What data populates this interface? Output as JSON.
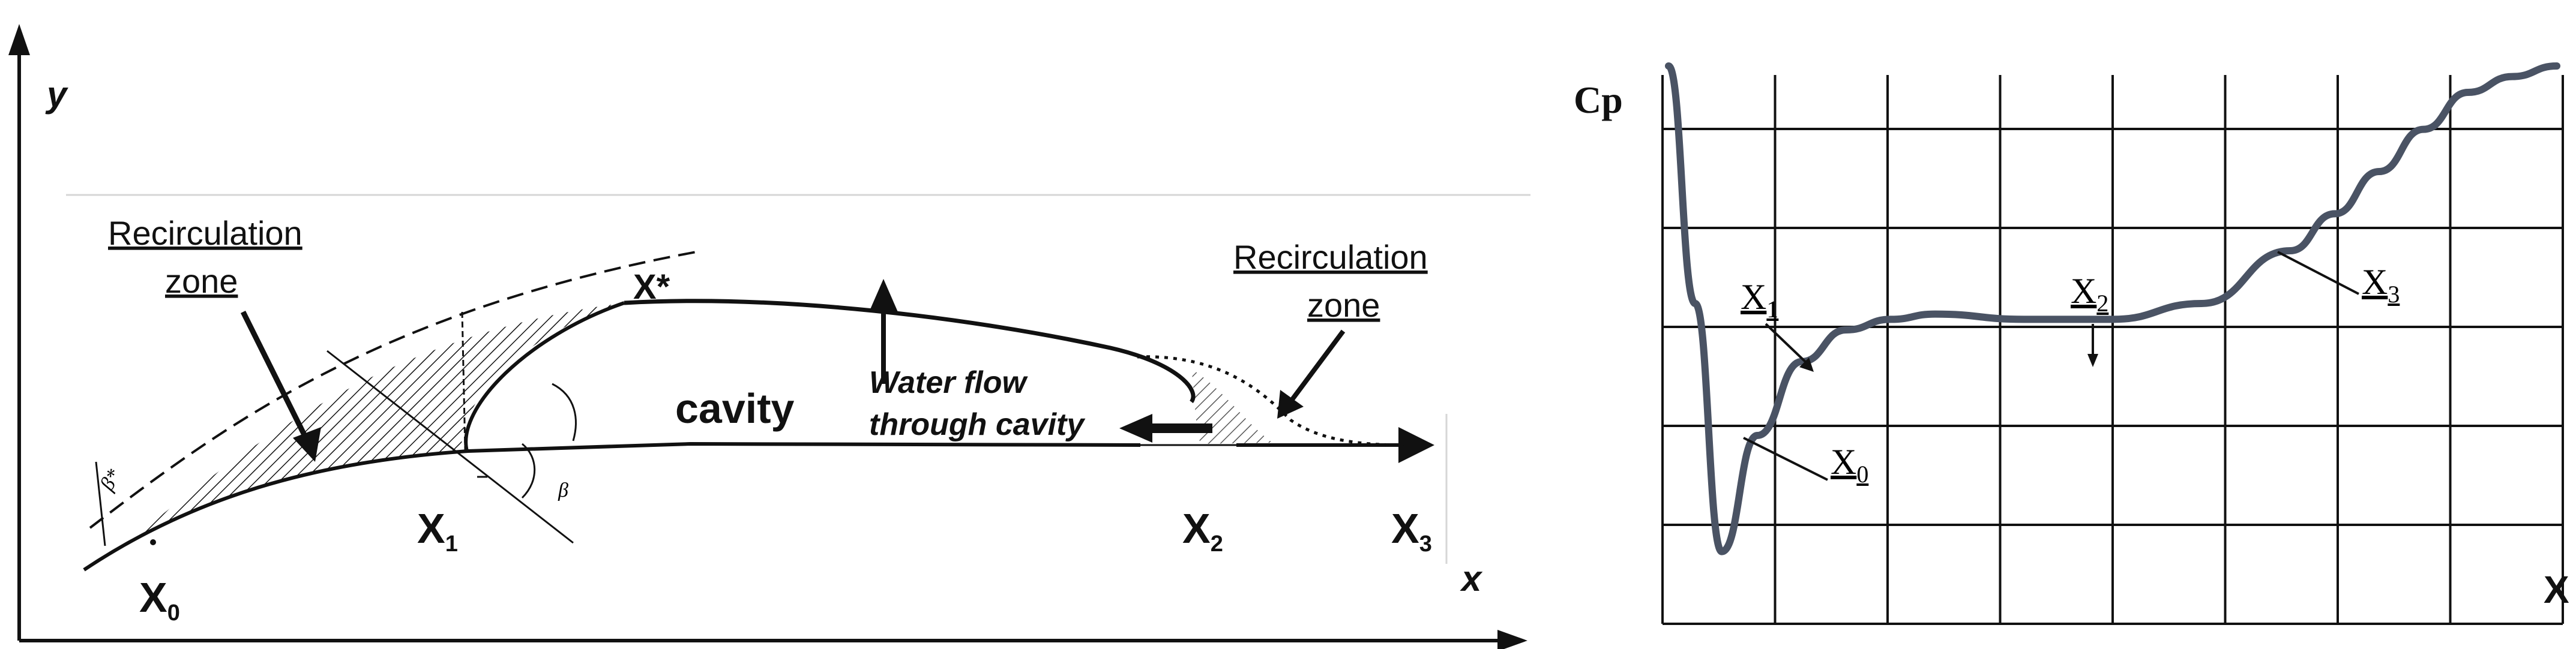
{
  "left_diagram": {
    "axis_y": "y",
    "axis_x": "x",
    "recirc_left_line1": "Recirculation",
    "recirc_left_line2": "zone",
    "recirc_right_line1": "Recirculation",
    "recirc_right_line2": "zone",
    "x_star": "X*",
    "cavity": "cavity",
    "water_flow_line1": "Water flow",
    "water_flow_line2": "through cavity",
    "beta_star": "β*",
    "beta": "β",
    "x0": "X",
    "x0_sub": "0",
    "x1": "X",
    "x1_sub": "1",
    "x2": "X",
    "x2_sub": "2",
    "x3": "X",
    "x3_sub": "3"
  },
  "right_chart": {
    "ylabel": "Cp",
    "xlabel": "X",
    "x0": "X",
    "x0_sub": "0",
    "x1": "X",
    "x1_sub": "1",
    "x2": "X",
    "x2_sub": "2",
    "x3": "X",
    "x3_sub": "3",
    "curve_color": "#4a5364"
  },
  "chart_data": {
    "type": "line",
    "title": "",
    "xlabel": "X",
    "ylabel": "Cp",
    "grid": true,
    "series": [
      {
        "x": [
          0.0,
          0.03,
          0.06,
          0.1,
          0.15,
          0.2,
          0.25,
          0.3,
          0.4,
          0.5,
          0.6,
          0.7,
          0.75,
          0.8,
          0.85,
          0.9,
          0.95,
          1.0
        ],
        "y": [
          1.0,
          0.55,
          0.08,
          0.3,
          0.44,
          0.5,
          0.52,
          0.53,
          0.52,
          0.52,
          0.55,
          0.65,
          0.72,
          0.8,
          0.88,
          0.95,
          0.98,
          1.0
        ]
      }
    ],
    "markers": [
      "X0",
      "X1",
      "X2",
      "X3"
    ]
  }
}
